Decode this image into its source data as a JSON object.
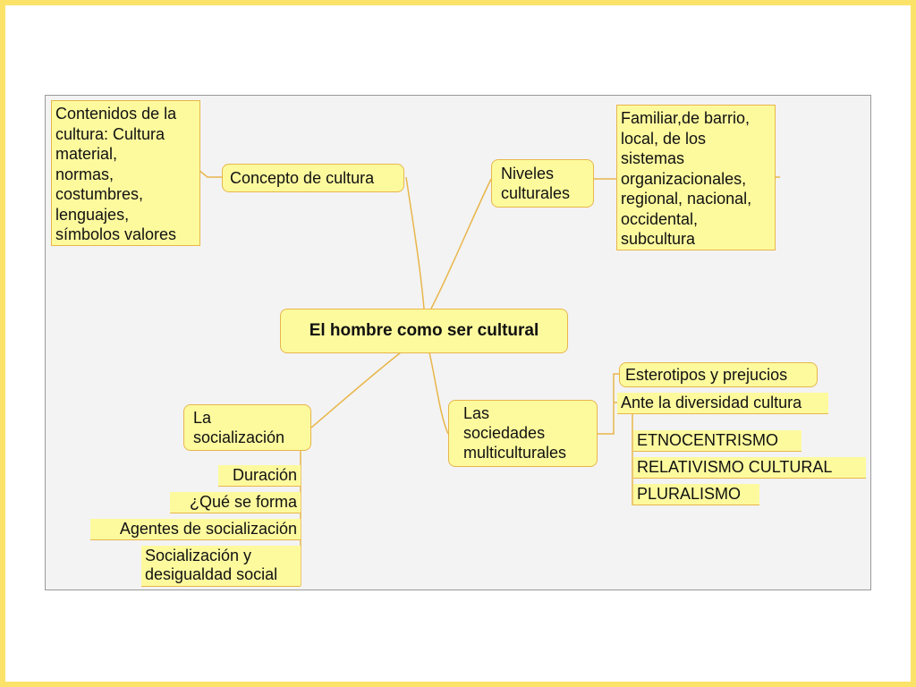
{
  "diagram": {
    "central": "El hombre como ser cultural",
    "concepto": {
      "label": "Concepto de cultura",
      "detail": [
        "Contenidos de la",
        "cultura: Cultura",
        "material,",
        "normas,",
        "costumbres,",
        "lenguajes,",
        "símbolos valores"
      ]
    },
    "niveles": {
      "label": [
        "Niveles",
        "culturales"
      ],
      "detail": [
        "Familiar,de barrio,",
        "local, de los",
        "sistemas",
        "organizacionales,",
        "regional, nacional,",
        "occidental,",
        "subcultura"
      ]
    },
    "socializacion": {
      "label": [
        "La",
        "socialización"
      ],
      "items": [
        "Duración",
        "¿Qué se forma",
        "Agentes de socialización"
      ],
      "last_item": [
        "Socialización y",
        "desigualdad social"
      ]
    },
    "sociedades": {
      "label": [
        "Las",
        "sociedades",
        "multiculturales"
      ],
      "items": [
        "Esterotipos y prejucios",
        "Ante la diversidad cultura"
      ],
      "subitems": [
        "ETNOCENTRISMO",
        "RELATIVISMO CULTURAL",
        "PLURALISMO"
      ]
    }
  },
  "colors": {
    "node_fill": "#fdfa9e",
    "node_border": "#e8b64a",
    "frame": "#fbe36a"
  }
}
